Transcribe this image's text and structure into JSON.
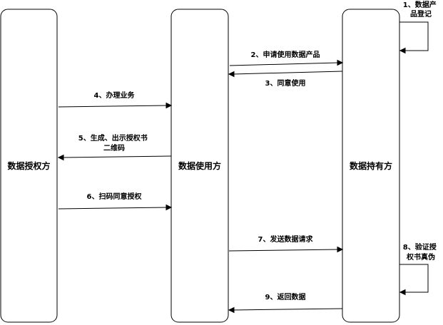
{
  "participants": {
    "authorizer": "数据授权方",
    "user": "数据使用方",
    "holder": "数据持有方"
  },
  "steps": [
    {
      "id": "s1",
      "lines": [
        "1、数据产",
        "品登记"
      ]
    },
    {
      "id": "s2",
      "lines": [
        "2、申请使用数据产品"
      ]
    },
    {
      "id": "s3",
      "lines": [
        "3、同意使用"
      ]
    },
    {
      "id": "s4",
      "lines": [
        "4、办理业务"
      ]
    },
    {
      "id": "s5",
      "lines": [
        "5、生成、出示授权书",
        "二维码"
      ]
    },
    {
      "id": "s6",
      "lines": [
        "6、扫码同意授权"
      ]
    },
    {
      "id": "s7",
      "lines": [
        "7、发送数据请求"
      ]
    },
    {
      "id": "s8",
      "lines": [
        "8、验证授",
        "权书真伪"
      ]
    },
    {
      "id": "s9",
      "lines": [
        "9、返回数据"
      ]
    }
  ]
}
